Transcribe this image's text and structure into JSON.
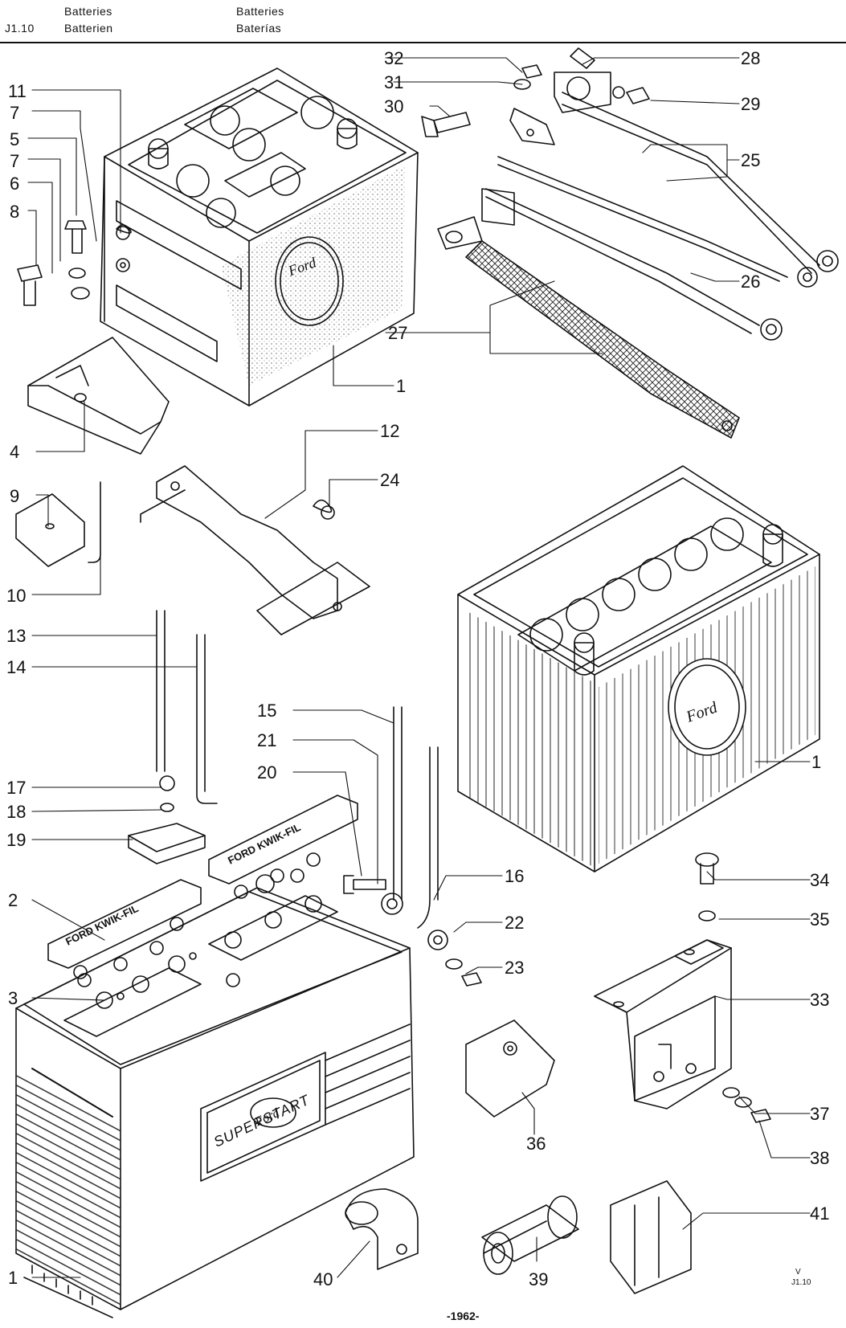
{
  "header": {
    "code": "J1.10",
    "title_en": "Batteries",
    "title_de": "Batterien",
    "title_fr": "Batteries",
    "title_es": "Baterías"
  },
  "callouts": {
    "c1": "1",
    "c2": "2",
    "c3": "3",
    "c4": "4",
    "c5": "5",
    "c6": "6",
    "c7": "7",
    "c8": "8",
    "c9": "9",
    "c10": "10",
    "c11": "11",
    "c12": "12",
    "c13": "13",
    "c14": "14",
    "c15": "15",
    "c16": "16",
    "c17": "17",
    "c18": "18",
    "c19": "19",
    "c20": "20",
    "c21": "21",
    "c22": "22",
    "c23": "23",
    "c24": "24",
    "c25": "25",
    "c26": "26",
    "c27": "27",
    "c28": "28",
    "c29": "29",
    "c30": "30",
    "c31": "31",
    "c32": "32",
    "c33": "33",
    "c34": "34",
    "c35": "35",
    "c36": "36",
    "c37": "37",
    "c38": "38",
    "c39": "39",
    "c40": "40",
    "c41": "41"
  },
  "part_markings": {
    "ford_logo": "Ford",
    "superstart": "SUPERSTART",
    "kwik_fil_1": "FORD KWIK-FIL",
    "kwik_fil_2": "FORD KWIK-FIL"
  },
  "footer": {
    "year": "-1962-",
    "corner_code": "J1.10",
    "corner_mark": "V"
  }
}
